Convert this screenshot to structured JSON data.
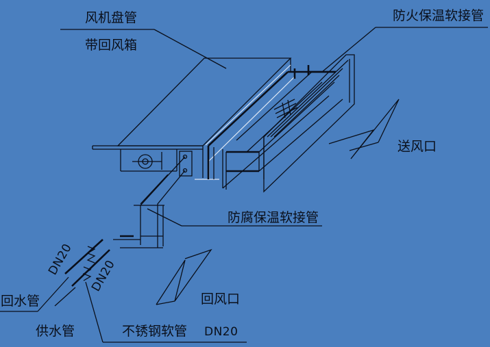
{
  "labels": {
    "fan_coil": "风机盘管",
    "with_return_box": "带回风箱",
    "fire_insulated_connector": "防火保温软接管",
    "supply_outlet": "送风口",
    "anticorrosion_insulated_connector": "防腐保温软接管",
    "return_water_pipe": "回水管",
    "supply_water_pipe": "供水管",
    "stainless_flexible_pipe": "不锈钢软管",
    "dn20_bottom": "DN20",
    "dn20_upper": "DN20",
    "dn20_lower": "DN20",
    "return_inlet": "回风口"
  },
  "colors": {
    "background": "#4a7fbf",
    "line": "#0a0f1a",
    "highlight": "#dfe8f5"
  }
}
